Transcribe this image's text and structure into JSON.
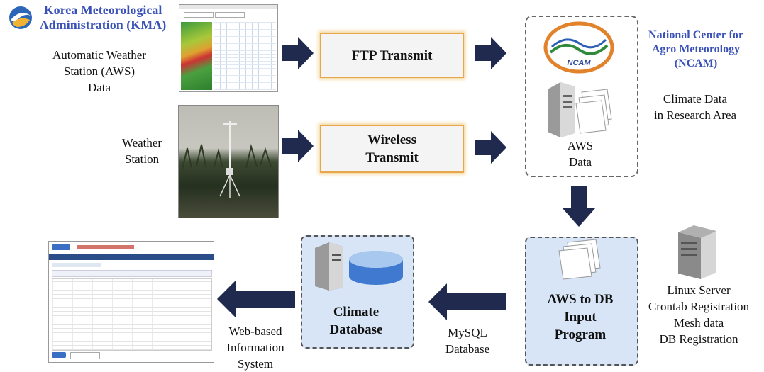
{
  "kma": {
    "title_line1": "Korea Meteorological",
    "title_line2": "Administration (KMA)",
    "desc_line1": "Automatic Weather",
    "desc_line2": "Station (AWS)",
    "desc_line3": "Data"
  },
  "weather_station": {
    "line1": "Weather",
    "line2": "Station"
  },
  "ftp_box": {
    "label": "FTP Transmit"
  },
  "wireless_box": {
    "line1": "Wireless",
    "line2": "Transmit"
  },
  "ncam": {
    "logo_text": "NCAM",
    "title_line1": "National Center for",
    "title_line2": "Agro Meteorology",
    "title_line3": "(NCAM)",
    "aws_line1": "AWS",
    "aws_line2": "Data",
    "climate_line1": "Climate Data",
    "climate_line2": "in Research Area"
  },
  "linux": {
    "line1": "Linux Server",
    "line2": "Crontab Registration",
    "line3": "Mesh data",
    "line4": "DB Registration"
  },
  "aws_db": {
    "line1": "AWS to DB",
    "line2": "Input",
    "line3": "Program"
  },
  "mysql": {
    "line1": "MySQL",
    "line2": "Database"
  },
  "climate_db": {
    "line1": "Climate",
    "line2": "Database"
  },
  "web": {
    "line1": "Web-based",
    "line2": "Information",
    "line3": "System"
  },
  "colors": {
    "arrow": "#1f2a4e",
    "title_blue": "#3a52b8",
    "box_fill": "#d7e5f6",
    "box_glow": "#e8a74a"
  }
}
